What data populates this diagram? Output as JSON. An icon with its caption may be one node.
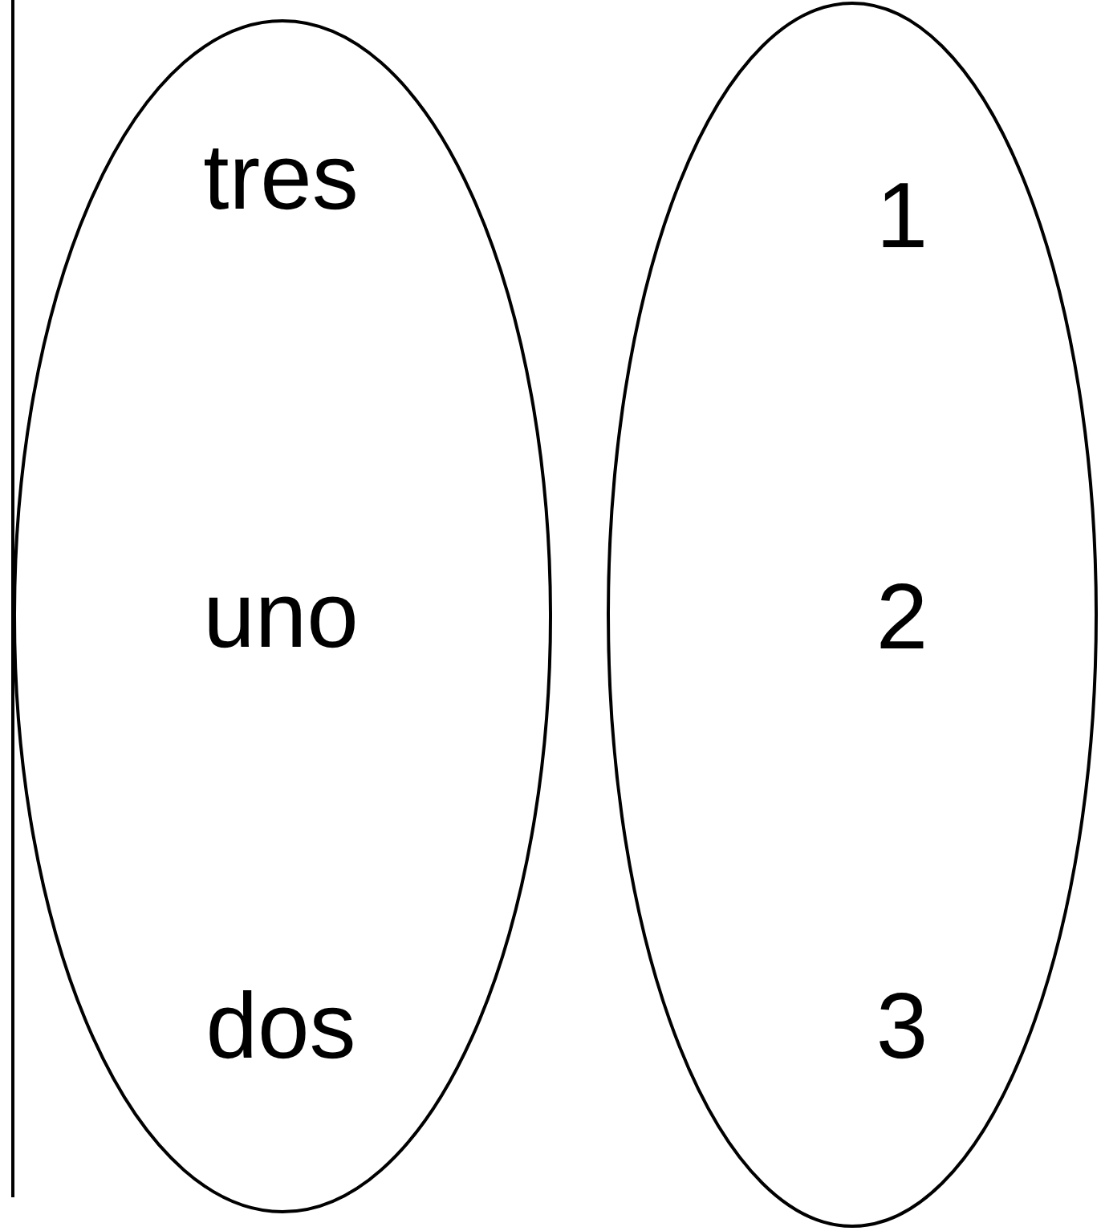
{
  "diagram": {
    "nodes": [
      {
        "text": [
          "tres",
          "uno",
          "dos"
        ]
      },
      {
        "text": [
          "1",
          "2",
          "3"
        ]
      }
    ]
  }
}
